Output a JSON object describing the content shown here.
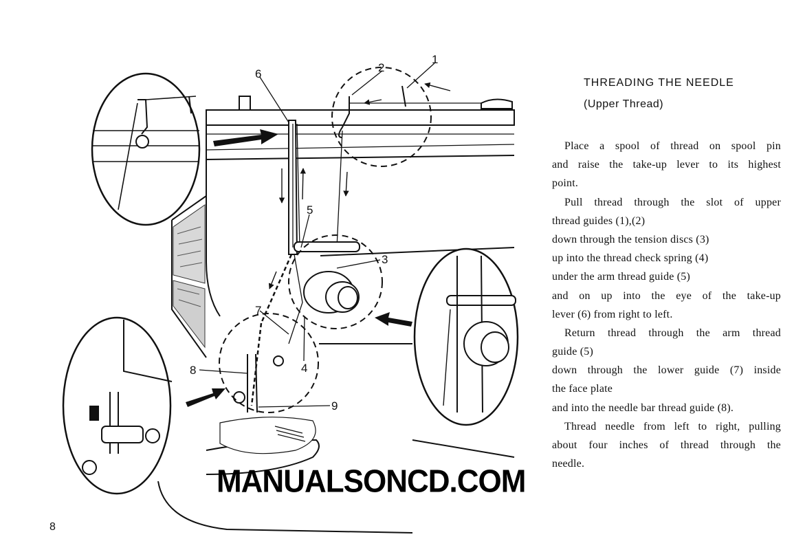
{
  "page": {
    "title": "THREADING THE NEEDLE",
    "subtitle": "(Upper Thread)",
    "page_number": "8",
    "watermark": "MANUALSONCD.COM"
  },
  "instructions": {
    "lines": [
      "Place a spool of thread on spool pin",
      "and raise the take-up lever to its highest",
      "point.",
      "Pull thread through the slot of upper",
      "thread guides (1),(2)",
      "down through the tension discs (3)",
      "up into the thread check spring (4)",
      "under the arm thread guide (5)",
      "and on up into the eye of the take-up",
      "lever (6) from right to left.",
      "Return thread through the arm thread",
      "guide (5)",
      "down through the lower guide (7) inside",
      "the face plate",
      "and into the needle bar thread guide (8).",
      "Thread needle from left to right, pulling",
      "about four inches of thread through the",
      "needle."
    ]
  },
  "callouts": [
    "1",
    "2",
    "3",
    "4",
    "5",
    "6",
    "7",
    "8",
    "9"
  ],
  "icons": [
    "arrow-right-icon",
    "arrow-left-icon",
    "arrow-up-icon",
    "arrow-down-icon"
  ]
}
